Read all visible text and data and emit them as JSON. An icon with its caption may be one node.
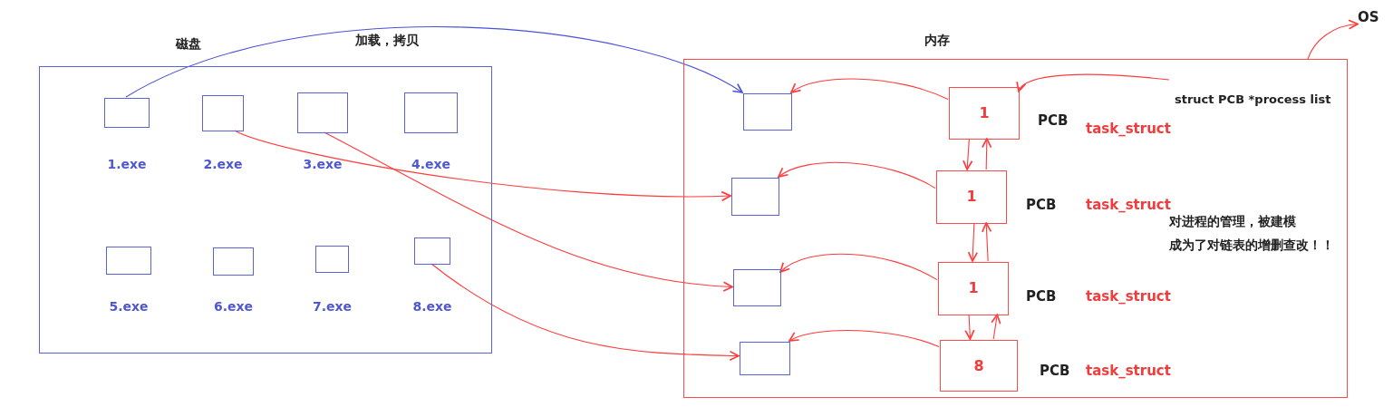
{
  "diagram": {
    "nodes": [
      {
        "text": [
          "磁盘"
        ]
      },
      {
        "text": [],
        "shape": "box",
        "in": 0,
        "beside": [
          "1.exe"
        ]
      },
      {
        "text": [],
        "shape": "box",
        "in": 0,
        "beside": [
          "2.exe"
        ]
      },
      {
        "text": [],
        "shape": "box",
        "in": 0,
        "beside": [
          "3.exe"
        ]
      },
      {
        "text": [],
        "shape": "box",
        "in": 0,
        "beside": [
          "4.exe"
        ]
      },
      {
        "text": [],
        "shape": "box",
        "in": 0,
        "beside": [
          "5.exe"
        ]
      },
      {
        "text": [],
        "shape": "box",
        "in": 0,
        "beside": [
          "6.exe"
        ]
      },
      {
        "text": [],
        "shape": "box",
        "in": 0,
        "beside": [
          "7.exe"
        ]
      },
      {
        "text": [],
        "shape": "box",
        "in": 0,
        "beside": [
          "8.exe"
        ]
      },
      {
        "text": [
          "内存"
        ]
      },
      {
        "text": [],
        "shape": "box",
        "in": 9
      },
      {
        "text": [],
        "shape": "box",
        "in": 9
      },
      {
        "text": [],
        "shape": "box",
        "in": 9
      },
      {
        "text": [],
        "shape": "box",
        "in": 9
      },
      {
        "text": [
          "1"
        ],
        "in": 9,
        "beside": [
          "PCB",
          "task_struct"
        ]
      },
      {
        "text": [
          "1"
        ],
        "in": 9,
        "beside": [
          "PCB",
          "task_struct"
        ]
      },
      {
        "text": [
          "1"
        ],
        "in": 9,
        "beside": [
          "PCB",
          "task_struct"
        ]
      },
      {
        "text": [
          "8"
        ],
        "in": 9,
        "beside": [
          "PCB",
          "task_struct"
        ]
      },
      {
        "text": [
          "OS"
        ]
      }
    ],
    "edges": [
      {
        "from": 1,
        "to": 10,
        "arrow": "to",
        "label": "加载，拷贝",
        "color": "#4a52d6"
      },
      {
        "from": 2,
        "to": 11,
        "arrow": "to"
      },
      {
        "from": 3,
        "to": 12,
        "arrow": "to"
      },
      {
        "from": 8,
        "to": 13,
        "arrow": "to"
      },
      {
        "from": 14,
        "to": 10,
        "arrow": "to"
      },
      {
        "from": 15,
        "to": 11,
        "arrow": "to"
      },
      {
        "from": 16,
        "to": 12,
        "arrow": "to"
      },
      {
        "from": 17,
        "to": 13,
        "arrow": "to"
      },
      {
        "from": 14,
        "to": 15,
        "arrow": "to"
      },
      {
        "from": 15,
        "to": 14,
        "arrow": "to"
      },
      {
        "from": 15,
        "to": 16,
        "arrow": "to"
      },
      {
        "from": 16,
        "to": 15,
        "arrow": "to"
      },
      {
        "from": 16,
        "to": 17,
        "arrow": "to"
      },
      {
        "from": 17,
        "to": 16,
        "arrow": "to"
      },
      {
        "from": 9,
        "to": 18,
        "arrow": "to"
      },
      {
        "from": null,
        "to": 14,
        "arrow": "to"
      }
    ],
    "labels": [
      "struct PCB *process list",
      "对进程的管理，被建模",
      "成为了对链表的增删查改！！"
    ]
  }
}
